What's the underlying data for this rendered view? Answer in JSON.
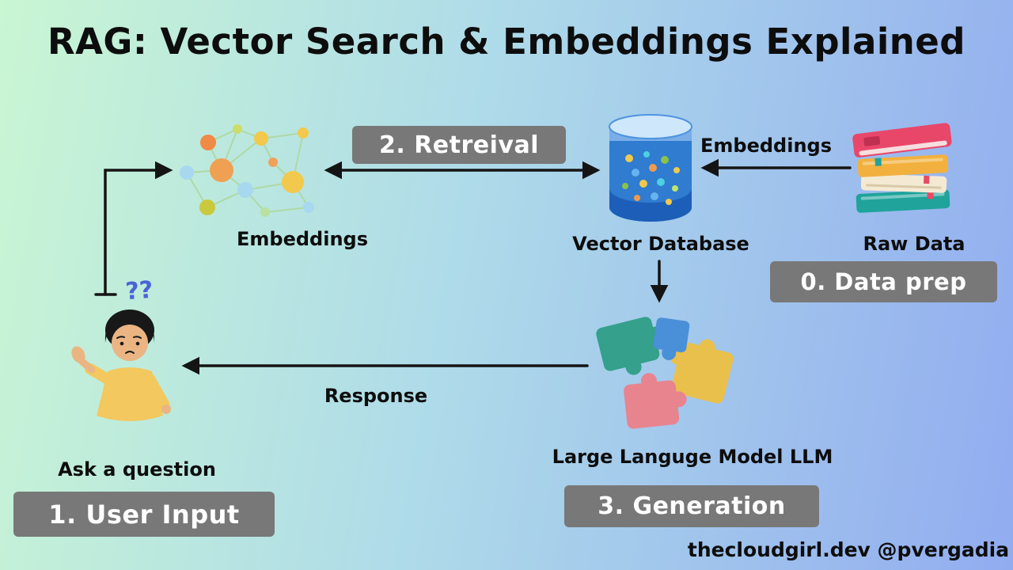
{
  "title": "RAG: Vector Search & Embeddings Explained",
  "steps": {
    "data_prep": "0. Data prep",
    "user_input": "1. User Input",
    "retrieval": "2. Retreival",
    "generation": "3. Generation"
  },
  "labels": {
    "embeddings_cluster": "Embeddings",
    "vector_database": "Vector Database",
    "raw_data": "Raw Data",
    "embeddings_flow": "Embeddings",
    "llm": "Large Languge Model LLM",
    "response": "Response",
    "ask_a_question": "Ask a question",
    "question_marks": "??"
  },
  "credit": "thecloudgirl.dev @pvergadia",
  "colors": {
    "step_box": "#787878",
    "background_left": "#c9f6d3",
    "background_right": "#92acf0",
    "arrow": "#141414",
    "database_blue": "#2f7cd0",
    "question_marks_blue": "#4a63d8"
  }
}
